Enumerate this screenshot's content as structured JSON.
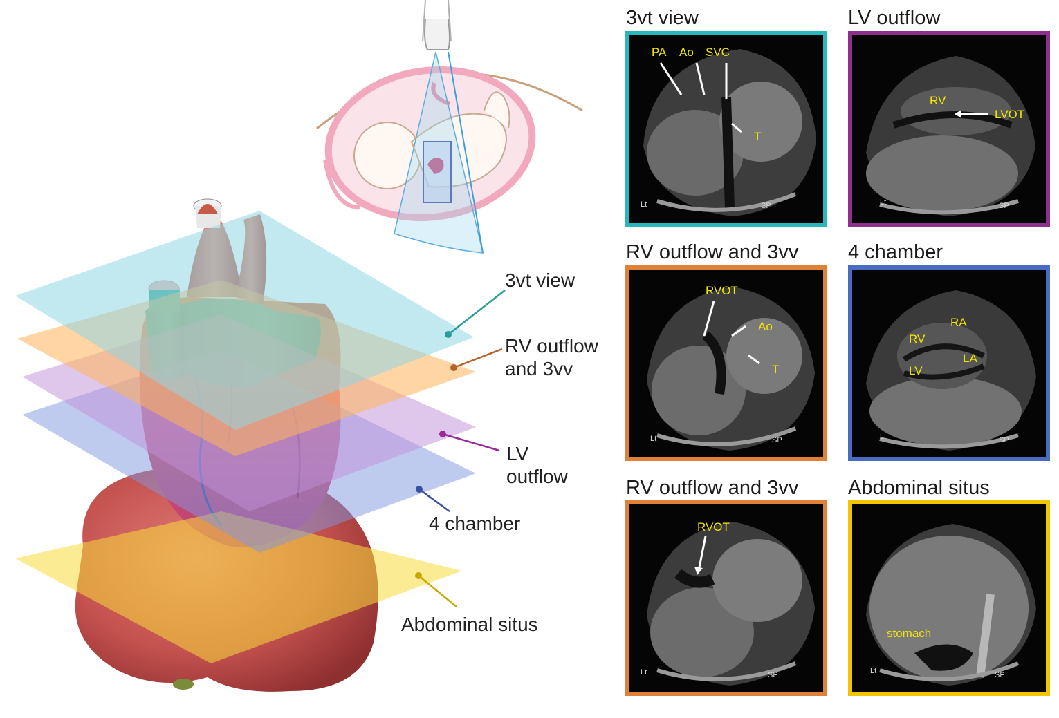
{
  "planes": [
    {
      "id": "3vt",
      "label_lines": [
        "3vt view"
      ],
      "color": "#2a9d9a"
    },
    {
      "id": "rvout",
      "label_lines": [
        "RV outflow",
        "and 3vv"
      ],
      "color": "#b0632a"
    },
    {
      "id": "lvout",
      "label_lines": [
        "LV",
        "outflow"
      ],
      "color": "#9b2a9b"
    },
    {
      "id": "fourch",
      "label_lines": [
        "4 chamber"
      ],
      "color": "#3b4fa0"
    },
    {
      "id": "abd",
      "label_lines": [
        "Abdominal situs"
      ],
      "color": "#c9a800"
    }
  ],
  "panels": [
    {
      "title": "3vt view",
      "border": "#28b7bd",
      "labels": [
        "PA",
        "Ao",
        "SVC",
        "T"
      ],
      "corner_left": "Lt",
      "corner_right": "SP"
    },
    {
      "title": "LV outflow",
      "border": "#8e2f8c",
      "labels": [
        "RV",
        "LVOT"
      ],
      "corner_left": "Lt",
      "corner_right": "SP"
    },
    {
      "title": "RV outflow and 3vv",
      "border": "#e0813a",
      "labels": [
        "RVOT",
        "Ao",
        "T"
      ],
      "corner_left": "Lt",
      "corner_right": "SP"
    },
    {
      "title": "4 chamber",
      "border": "#4a6cc0",
      "labels": [
        "RA",
        "RV",
        "LA",
        "LV"
      ],
      "corner_left": "Lt",
      "corner_right": "SP"
    },
    {
      "title": "RV outflow and 3vv",
      "border": "#e0813a",
      "labels": [
        "RVOT"
      ],
      "corner_left": "Lt",
      "corner_right": "SP"
    },
    {
      "title": "Abdominal situs",
      "border": "#f2c500",
      "labels": [
        "stomach"
      ],
      "corner_left": "Lt",
      "corner_right": "SP"
    }
  ]
}
